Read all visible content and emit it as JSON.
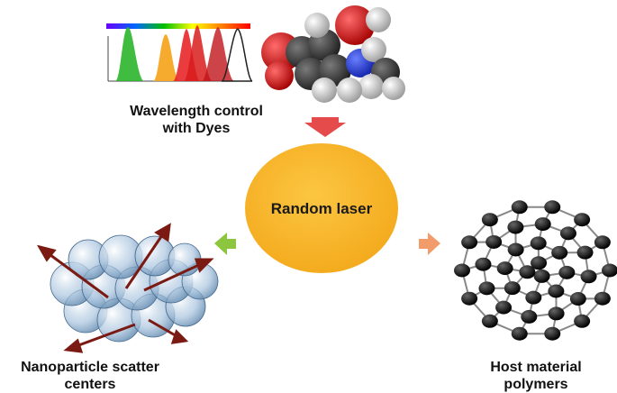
{
  "center": {
    "label": "Random laser",
    "color": "#f8b930"
  },
  "dyes": {
    "line1": "Wavelength control",
    "line2": "with Dyes"
  },
  "nanoparticles": {
    "line1": "Nanoparticle scatter",
    "line2": "centers"
  },
  "host": {
    "line1": "Host material",
    "line2": "polymers"
  },
  "arrows": {
    "top": "#e54b4b",
    "left": "#8cc63f",
    "right": "#f39c6b"
  },
  "spectrum": {
    "peak_colors": [
      "#2bb52b",
      "#f5a623",
      "#e8262a",
      "#d91c1c",
      "#c0151a",
      "#222222"
    ]
  }
}
